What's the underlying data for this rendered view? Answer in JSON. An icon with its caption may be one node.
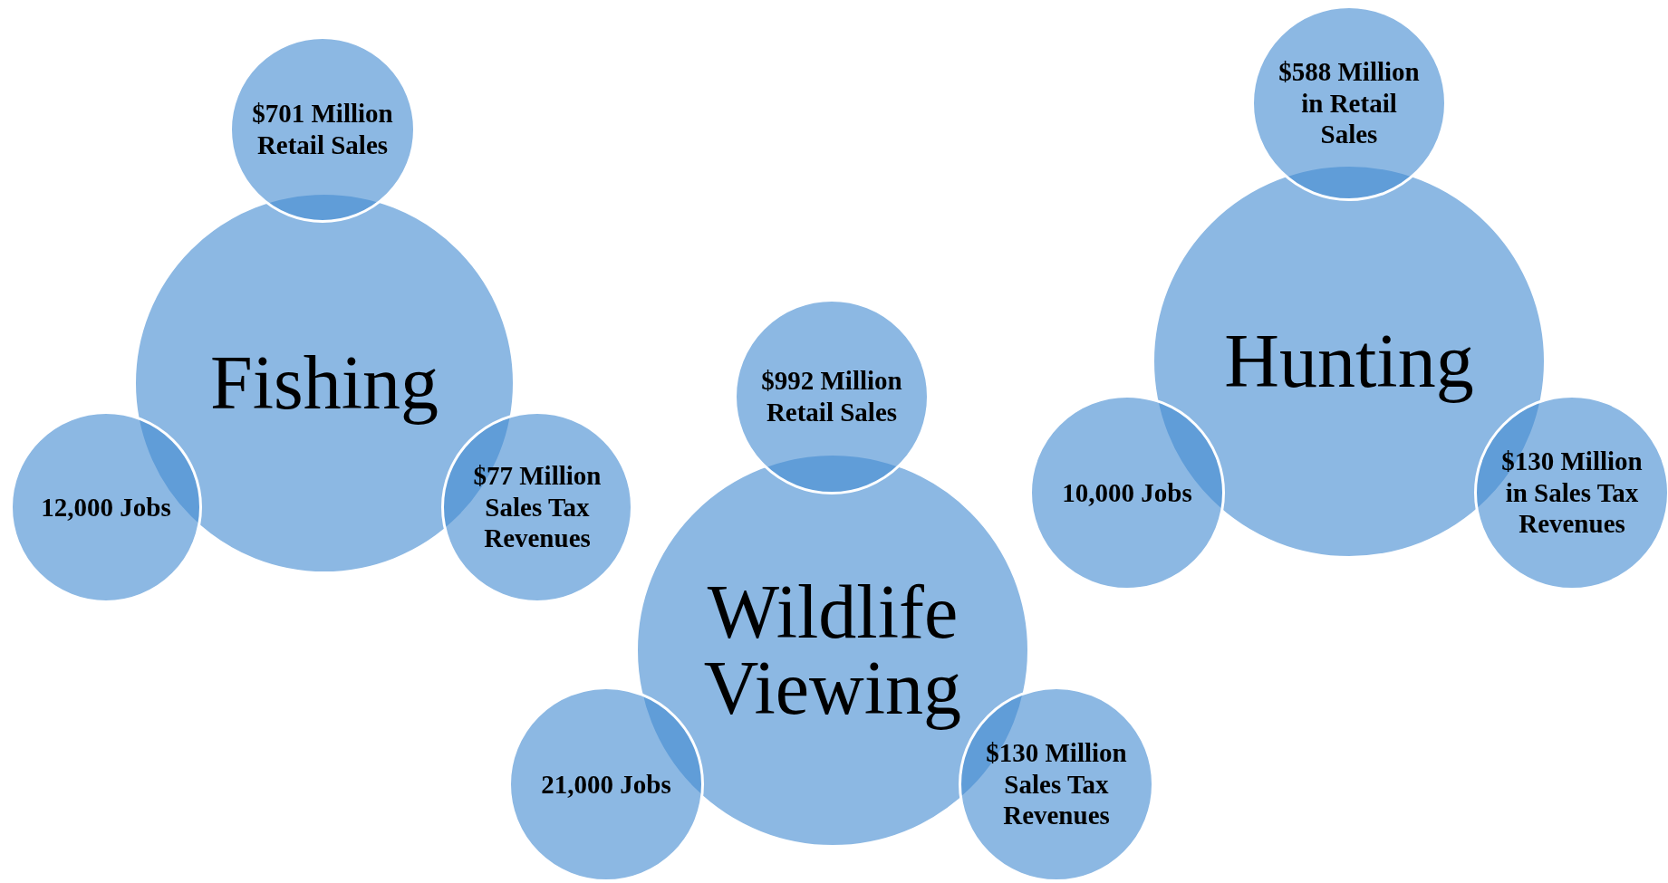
{
  "diagram": {
    "nodes": [
      {
        "text": [
          "Fishing"
        ]
      },
      {
        "text": [
          "$701 Million Retail Sales"
        ]
      },
      {
        "text": [
          "12,000 Jobs"
        ]
      },
      {
        "text": [
          "$77 Million Sales Tax Revenues"
        ]
      },
      {
        "text": [
          "Wildlife Viewing"
        ]
      },
      {
        "text": [
          "$992 Million Retail Sales"
        ]
      },
      {
        "text": [
          "21,000 Jobs"
        ]
      },
      {
        "text": [
          "$130 Million Sales Tax Revenues"
        ]
      },
      {
        "text": [
          "Hunting"
        ]
      },
      {
        "text": [
          "$588 Million in Retail Sales"
        ]
      },
      {
        "text": [
          "10,000 Jobs"
        ]
      },
      {
        "text": [
          "$130 Million in Sales Tax Revenues"
        ]
      }
    ]
  }
}
